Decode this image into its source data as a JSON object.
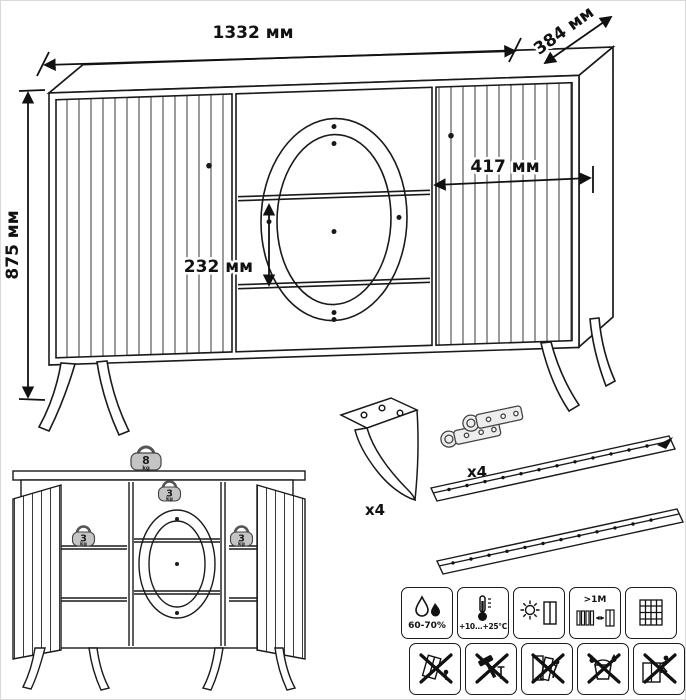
{
  "dimensions": {
    "width": "1332 мм",
    "depth": "384 мм",
    "height": "875 мм",
    "niche_width": "417 мм",
    "drawer_height": "232 мм"
  },
  "parts": {
    "legs_qty": "x4",
    "hinges_qty": "x4"
  },
  "load_limits": {
    "top_value": "8",
    "top_unit": "kg",
    "drawer_value": "3",
    "drawer_unit": "kg",
    "left_shelf_value": "3",
    "left_shelf_unit": "kg",
    "right_shelf_value": "3",
    "right_shelf_unit": "kg"
  },
  "care": {
    "humidity": "60-70%",
    "temperature": "+10...+25°C",
    "min_distance": ">1M"
  }
}
